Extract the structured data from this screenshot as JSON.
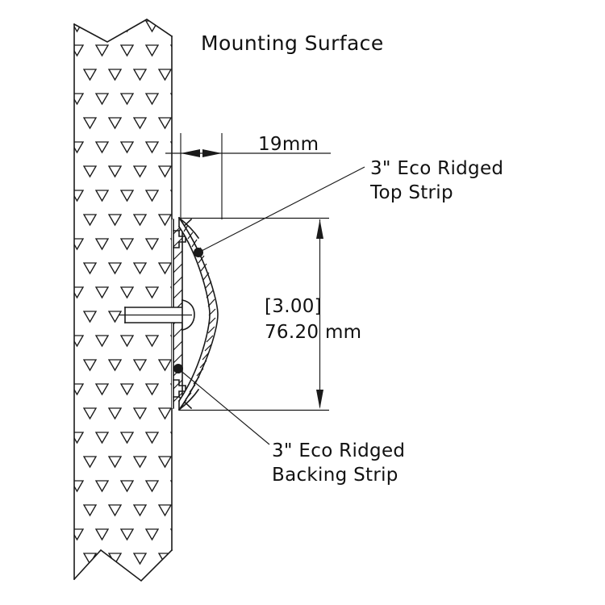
{
  "drawing": {
    "title": "Mounting Surface",
    "labels": {
      "offset_dimension": "19mm",
      "height_inches": "[3.00]",
      "height_mm": "76.20 mm",
      "callout_top_line1": "3\" Eco Ridged",
      "callout_top_line2": "Top Strip",
      "callout_backing_line1": "3\" Eco Ridged",
      "callout_backing_line2": "Backing Strip"
    },
    "parts": {
      "mounting_surface": "mounting-surface-wall",
      "top_strip": "eco-ridged-top-strip",
      "backing_strip": "eco-ridged-backing-strip",
      "fastener": "mounting-screw"
    },
    "colors": {
      "line": "#1a1a1a",
      "background": "#ffffff",
      "hatch": "#1a1a1a"
    }
  }
}
